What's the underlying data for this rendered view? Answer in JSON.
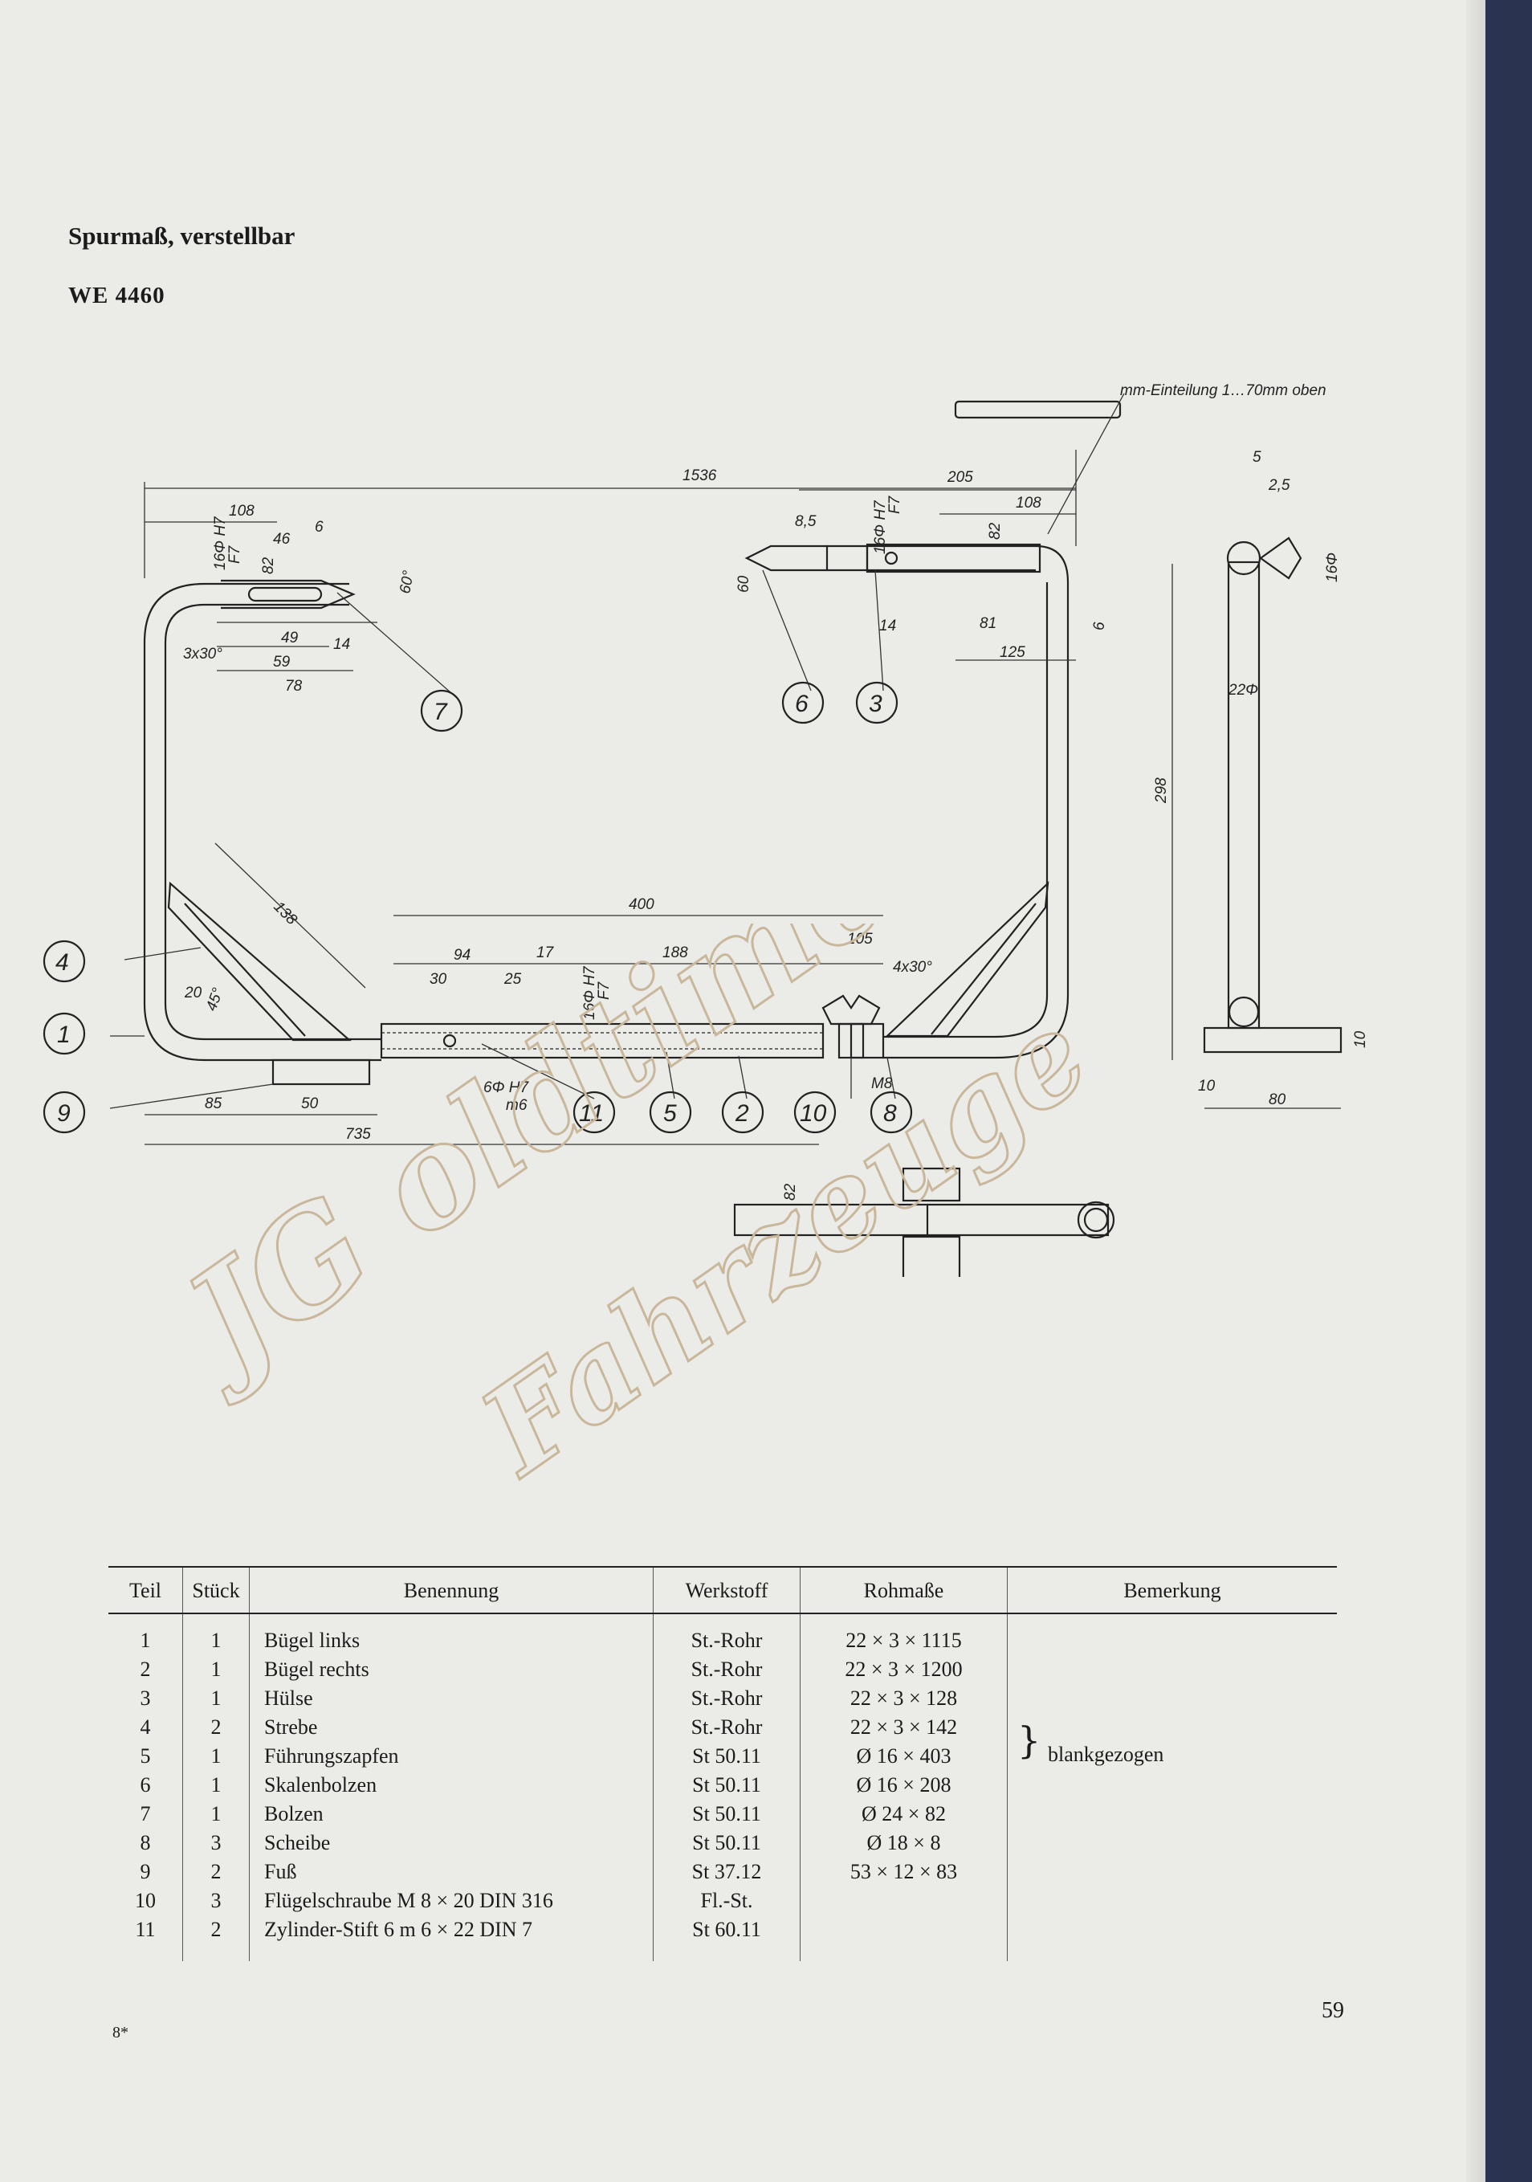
{
  "title": "Spurmaß, verstellbar",
  "subtitle": "WE 4460",
  "drawing": {
    "note": "mm-Einteilung 1…70mm oben",
    "dims": {
      "d1536": "1536",
      "d108a": "108",
      "d46": "46",
      "d6a": "6",
      "dH7a": "16Φ H7",
      "dF7a": "F7",
      "d82a": "82",
      "d60a": "60°",
      "d49": "49",
      "d14a": "14",
      "d59": "59",
      "d78": "78",
      "d3x30": "3x30°",
      "d205": "205",
      "d8_5": "8,5",
      "dH7b": "16Φ H7",
      "dF7b": "F7",
      "d108b": "108",
      "d82b": "82",
      "d60b": "60",
      "d14b": "14",
      "d81": "81",
      "d125": "125",
      "d6b": "6",
      "d298": "298",
      "d5": "5",
      "d2_5": "2,5",
      "d16phi": "16Φ",
      "d22phi": "22Φ",
      "d10a": "10",
      "d10b": "10",
      "d80": "80",
      "d138": "138",
      "d400": "400",
      "d94": "94",
      "d17": "17",
      "d188": "188",
      "d105": "105",
      "d4x30": "4x30°",
      "d30": "30",
      "d25": "25",
      "dH7c": "16Φ H7",
      "dF7c": "F7",
      "d20": "20",
      "d45": "45°",
      "d6H7": "6Φ H7",
      "dm6": "m6",
      "dM8": "M8",
      "d85": "85",
      "d50": "50",
      "d735": "735",
      "d82c": "82"
    },
    "balloons": [
      "1",
      "2",
      "3",
      "4",
      "5",
      "6",
      "7",
      "8",
      "9",
      "10",
      "11"
    ]
  },
  "watermark": {
    "line1": "JG oldtimer",
    "line2": "Fahrzeuge"
  },
  "table": {
    "headers": [
      "Teil",
      "Stück",
      "Benennung",
      "Werkstoff",
      "Rohmaße",
      "Bemerkung"
    ],
    "rows": [
      [
        "1",
        "1",
        "Bügel links",
        "St.-Rohr",
        "22 × 3 × 1115"
      ],
      [
        "2",
        "1",
        "Bügel rechts",
        "St.-Rohr",
        "22 × 3 × 1200"
      ],
      [
        "3",
        "1",
        "Hülse",
        "St.-Rohr",
        "22 × 3 × 128"
      ],
      [
        "4",
        "2",
        "Strebe",
        "St.-Rohr",
        "22 × 3 × 142"
      ],
      [
        "5",
        "1",
        "Führungszapfen",
        "St 50.11",
        "Ø 16 × 403"
      ],
      [
        "6",
        "1",
        "Skalenbolzen",
        "St 50.11",
        "Ø 16 × 208"
      ],
      [
        "7",
        "1",
        "Bolzen",
        "St 50.11",
        "Ø 24 × 82"
      ],
      [
        "8",
        "3",
        "Scheibe",
        "St 50.11",
        "Ø 18 × 8"
      ],
      [
        "9",
        "2",
        "Fuß",
        "St 37.12",
        "53 × 12 × 83"
      ],
      [
        "10",
        "3",
        "Flügelschraube M 8 × 20 DIN 316",
        "Fl.-St.",
        ""
      ],
      [
        "11",
        "2",
        "Zylinder-Stift  6 m 6 × 22 DIN 7",
        "St 60.11",
        ""
      ]
    ],
    "remark": "blankgezogen"
  },
  "footer": {
    "signature": "8*",
    "page_number": "59"
  }
}
